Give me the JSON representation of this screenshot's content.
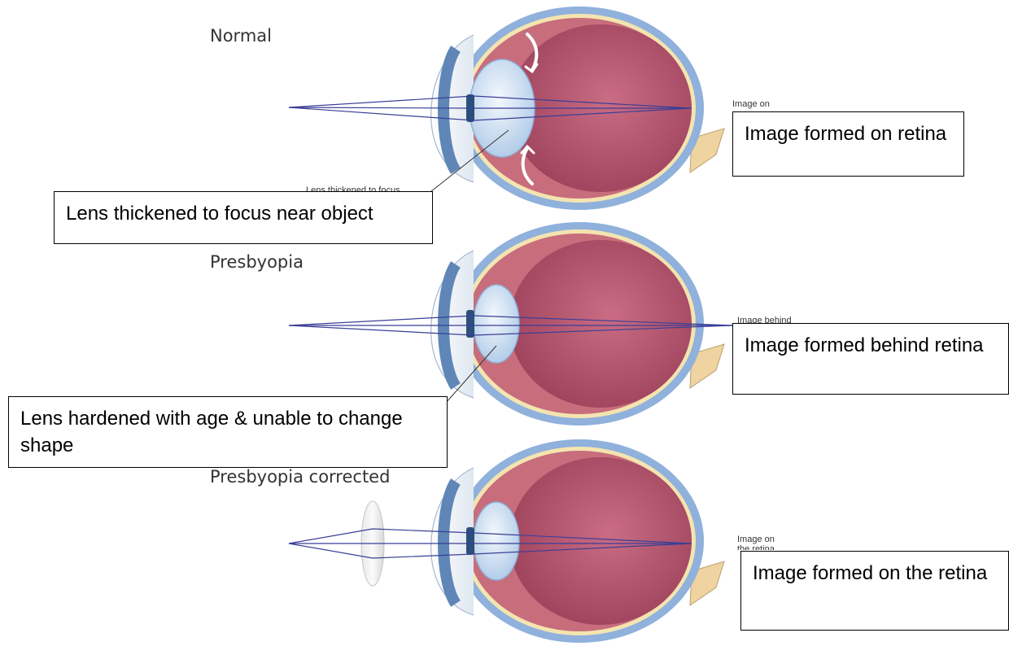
{
  "panels": {
    "normal": {
      "heading": "Normal",
      "tiny_label_image": "Image on",
      "tiny_label_lens": "Lens thickened to focus",
      "lens_callout": "Lens thickened to focus near object",
      "image_callout": "Image formed on retina"
    },
    "presbyopia": {
      "heading": "Presbyopia",
      "tiny_label_image": "Image behind",
      "lens_callout": "Lens hardened with age & unable to change shape",
      "image_callout": "Image formed behind retina"
    },
    "corrected": {
      "heading": "Presbyopia corrected",
      "tiny_label_image_1": "Image on",
      "tiny_label_image_2": "the retina",
      "image_callout": "Image formed on the retina"
    }
  },
  "colors": {
    "vitreous": "#a84a63",
    "choroid": "#c76d7c",
    "sclera": "#8fb1dc",
    "retina_line": "#f4e4b0",
    "optic_nerve": "#efd3a0",
    "cornea": "#c5d8ee",
    "iris": "#6e92bd",
    "lens": "#cfe2f5",
    "ray": "#3a3f96",
    "arrow": "#ffffff"
  }
}
